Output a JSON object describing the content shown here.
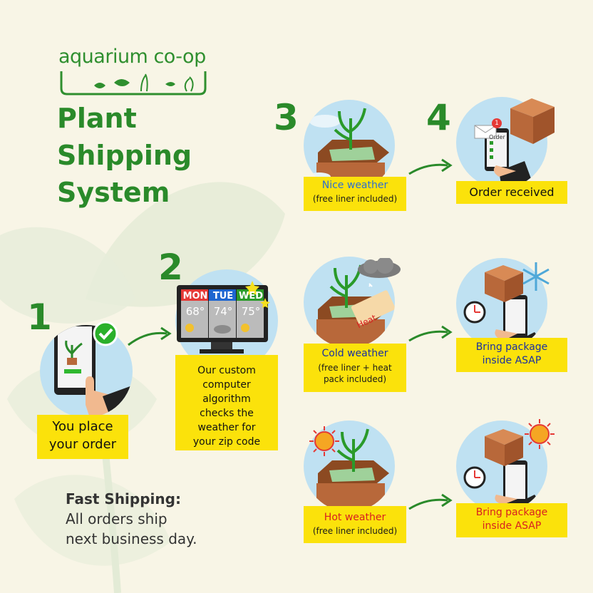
{
  "brand": {
    "name": "aquarium co-op"
  },
  "title": [
    "Plant",
    "Shipping",
    "System"
  ],
  "steps": {
    "s1": {
      "number": "1",
      "label": [
        "You place",
        "your order"
      ]
    },
    "s2": {
      "number": "2",
      "label": [
        "Our custom",
        "computer",
        "algorithm",
        "checks the",
        "weather for",
        "your zip code"
      ],
      "forecast": [
        {
          "day": "MON",
          "temp": "68°"
        },
        {
          "day": "TUE",
          "temp": "74°"
        },
        {
          "day": "WED",
          "temp": "75°"
        }
      ]
    },
    "s3": {
      "number": "3"
    },
    "s4": {
      "number": "4"
    }
  },
  "scenarios": {
    "nice": {
      "title": "Nice weather",
      "sub": "(free liner included)",
      "outcome": "Order received"
    },
    "cold": {
      "title": "Cold weather",
      "sub": [
        "(free liner + heat",
        "pack included)"
      ],
      "heat_tag": "Heat",
      "outcome": [
        "Bring package",
        "inside ASAP"
      ]
    },
    "hot": {
      "title": "Hot weather",
      "sub": "(free liner included)",
      "outcome": [
        "Bring package",
        "inside ASAP"
      ]
    }
  },
  "phone_order_label": "Order",
  "notification_count": "1",
  "fast_shipping": {
    "heading": "Fast Shipping:",
    "lines": [
      "All orders ship",
      "next business day."
    ]
  },
  "colors": {
    "green": "#2a8a2a",
    "yellow": "#fbe20b",
    "sky": "#bfe1f2",
    "box": "#b8683a"
  }
}
